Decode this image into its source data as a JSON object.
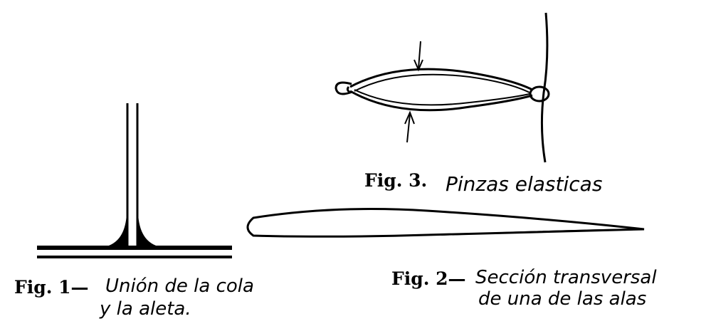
{
  "figures": [
    {
      "number_label": "Fig. 1—",
      "caption_line1": "Unión de la cola",
      "caption_line2": "y la aleta."
    },
    {
      "number_label": "Fig. 2—",
      "caption_line1": "Sección transversal",
      "caption_line2": "de una de las alas"
    },
    {
      "number_label": "Fig. 3.",
      "caption_line1": "Pinzas elasticas"
    }
  ],
  "colors": {
    "ink": "#000000",
    "paper": "#ffffff"
  }
}
